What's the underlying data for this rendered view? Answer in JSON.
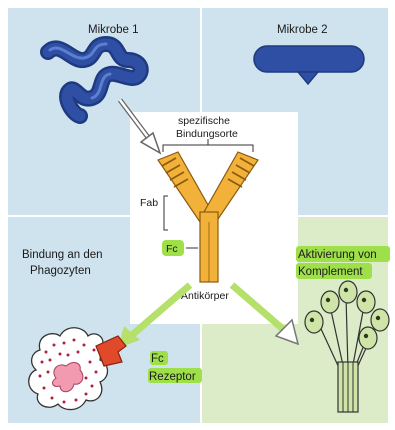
{
  "labels": {
    "mikrobe_1": "Mikrobe 1",
    "mikrobe_2": "Mikrobe 2",
    "bindungsorte_line1": "spezifische",
    "bindungsorte_line2": "Bindungsorte",
    "fab": "Fab",
    "fc": "Fc",
    "antikoerper": "Antikörper",
    "phagozyten_line1": "Bindung an den",
    "phagozyten_line2": "Phagozyten",
    "komplement_line1": "Aktivierung von",
    "komplement_line2": "Komplement",
    "rezeptor_line1": "Fc",
    "rezeptor_line2": "Rezeptor"
  },
  "colors": {
    "panel_blue": "#cfe3ee",
    "panel_green": "#dcebc8",
    "center_white": "#ffffff",
    "microbe_blue": "#2e4fa3",
    "antibody_orange": "#f2b23a",
    "highlight_green": "#9fe04a",
    "arrow_green": "#b5e06a",
    "receptor_red": "#e04a2a",
    "phagocyte_pink": "#f29ab0",
    "complement_green": "#cfe5a8"
  }
}
